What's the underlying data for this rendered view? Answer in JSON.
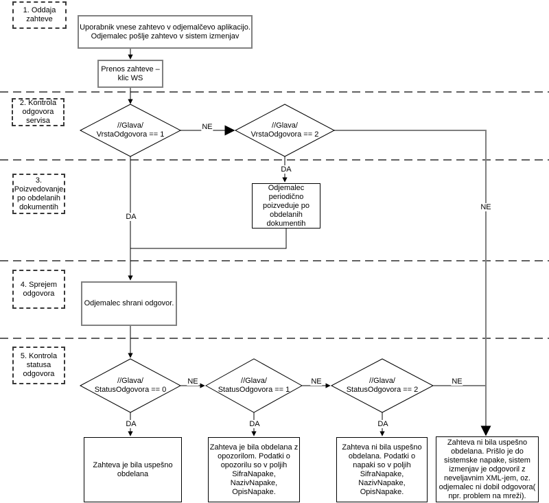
{
  "colors": {
    "connector_black": "#000000",
    "connector_gray": "#7f7f7f",
    "box_border_gray": "#808080",
    "box_border_black": "#000000",
    "background": "#ffffff"
  },
  "phases": [
    {
      "label": "1. Oddaja\nzahteve"
    },
    {
      "label": "2. Kontrola\nodgovora\nservisa"
    },
    {
      "label": "3.\nPoizvedovanje\npo obdelanih\ndokumentih"
    },
    {
      "label": "4. Sprejem\nodgovora"
    },
    {
      "label": "5. Kontrola\nstatusa\nodgovora"
    }
  ],
  "nodes": {
    "submit": "Uporabnik vnese zahtevo v odjemalčevo aplikacijo.\nOdjemalec pošlje zahtevo v sistem izmenjav",
    "transfer": "Prenos zahteve –\nklic WS",
    "poll": "Odjemalec\nperiodično\npoizveduje po\nobdelanih\ndokumentih",
    "store": "Odjemalec shrani odgovor.",
    "result_ok": "Zahteva je bila uspešno\nobdelana",
    "result_warning": "Zahteva je bila obdelana z\nopozorilom. Podatki o\nopozorilu so v poljih\nSifraNapake,\nNazivNapake,\nOpisNapake.",
    "result_error": "Zahteva ni bila uspešno\nobdelana. Podatki o\nnapaki so v poljih\nSifraNapake,\nNazivNapake,\nOpisNapake.",
    "result_system_error": "Zahteva ni bila uspešno\nobdelana. Prišlo je do\nsistemske napake, sistem\nizmenjav je odgovoril z\nneveljavnim XML-jem, oz.\nodjemalec ni dobil odgovora(\nnpr. problem na mreži)."
  },
  "decisions": {
    "vrsta1": "//Glava/\nVrstaOdgovora == 1",
    "vrsta2": "//Glava/\nVrstaOdgovora == 2",
    "status0": "//Glava/\nStatusOdgovora == 0",
    "status1": "//Glava/\nStatusOdgovora == 1",
    "status2": "//Glava/\nStatusOdgovora == 2"
  },
  "edge_labels": {
    "yes": "DA",
    "no": "NE"
  }
}
